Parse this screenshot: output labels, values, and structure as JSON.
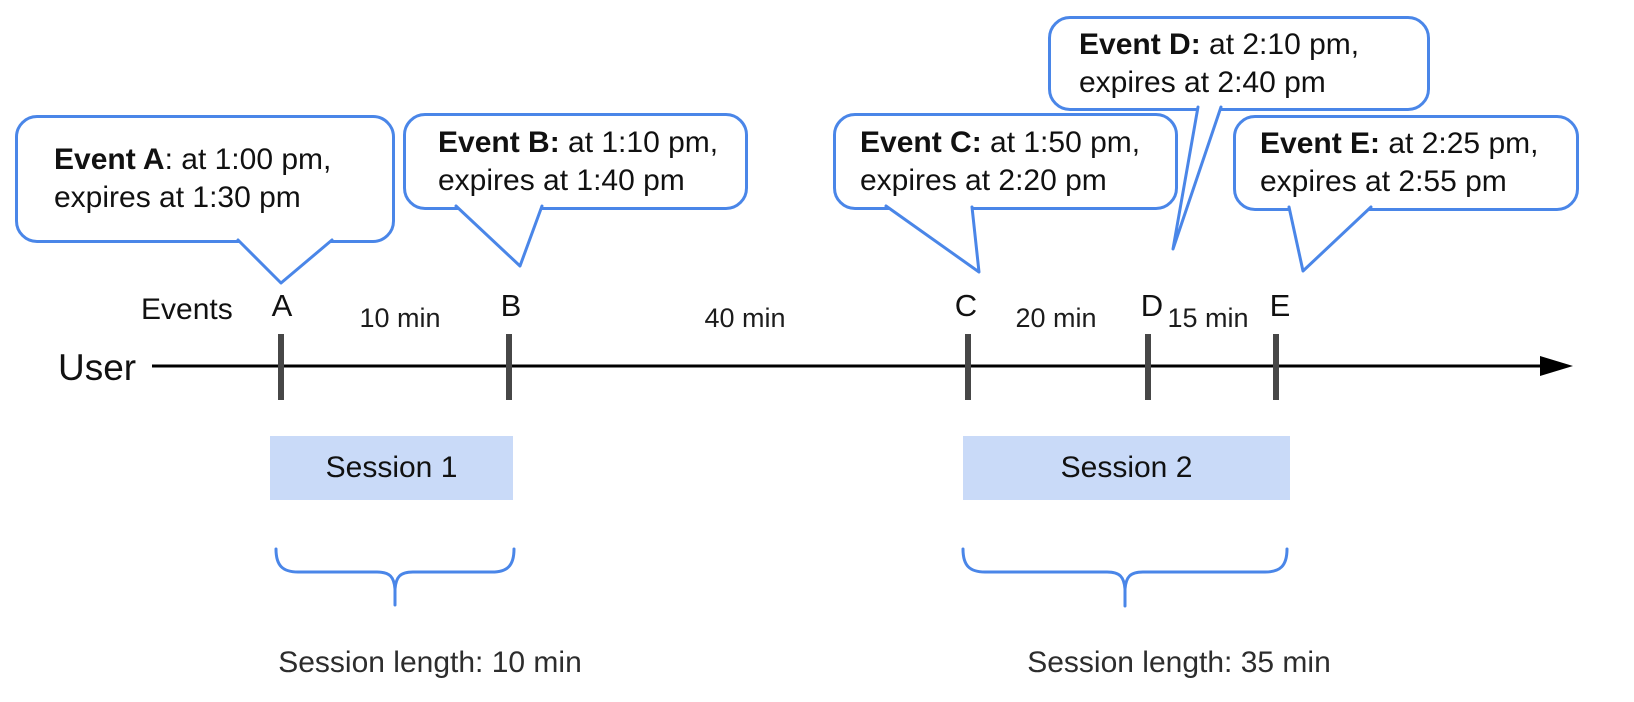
{
  "axis": {
    "user_label": "User",
    "events_label": "Events"
  },
  "bubbles": [
    {
      "bold": "Event A",
      "line1_rest": ": at 1:00 pm,",
      "line2": "expires at 1:30 pm"
    },
    {
      "bold": "Event B:",
      "line1_rest": " at 1:10 pm,",
      "line2": "expires at 1:40 pm"
    },
    {
      "bold": "Event C:",
      "line1_rest": " at 1:50 pm,",
      "line2": "expires at 2:20 pm"
    },
    {
      "bold": "Event D:",
      "line1_rest": " at 2:10 pm,",
      "line2": "expires at 2:40 pm"
    },
    {
      "bold": "Event E:",
      "line1_rest": " at 2:25 pm,",
      "line2": "expires at 2:55 pm"
    }
  ],
  "event_marks": [
    {
      "label": "A"
    },
    {
      "label": "B"
    },
    {
      "label": "C"
    },
    {
      "label": "D"
    },
    {
      "label": "E"
    }
  ],
  "intervals": [
    {
      "label": "10 min"
    },
    {
      "label": "40 min"
    },
    {
      "label": "20 min"
    },
    {
      "label": "15 min"
    }
  ],
  "sessions": [
    {
      "label": "Session 1",
      "length_label": "Session length: 10 min"
    },
    {
      "label": "Session 2",
      "length_label": "Session length: 35 min"
    }
  ],
  "colors": {
    "accent_blue": "#4a86e8",
    "session_fill": "#c9daf8",
    "tick_color": "#474747",
    "timeline_color": "#000000"
  }
}
